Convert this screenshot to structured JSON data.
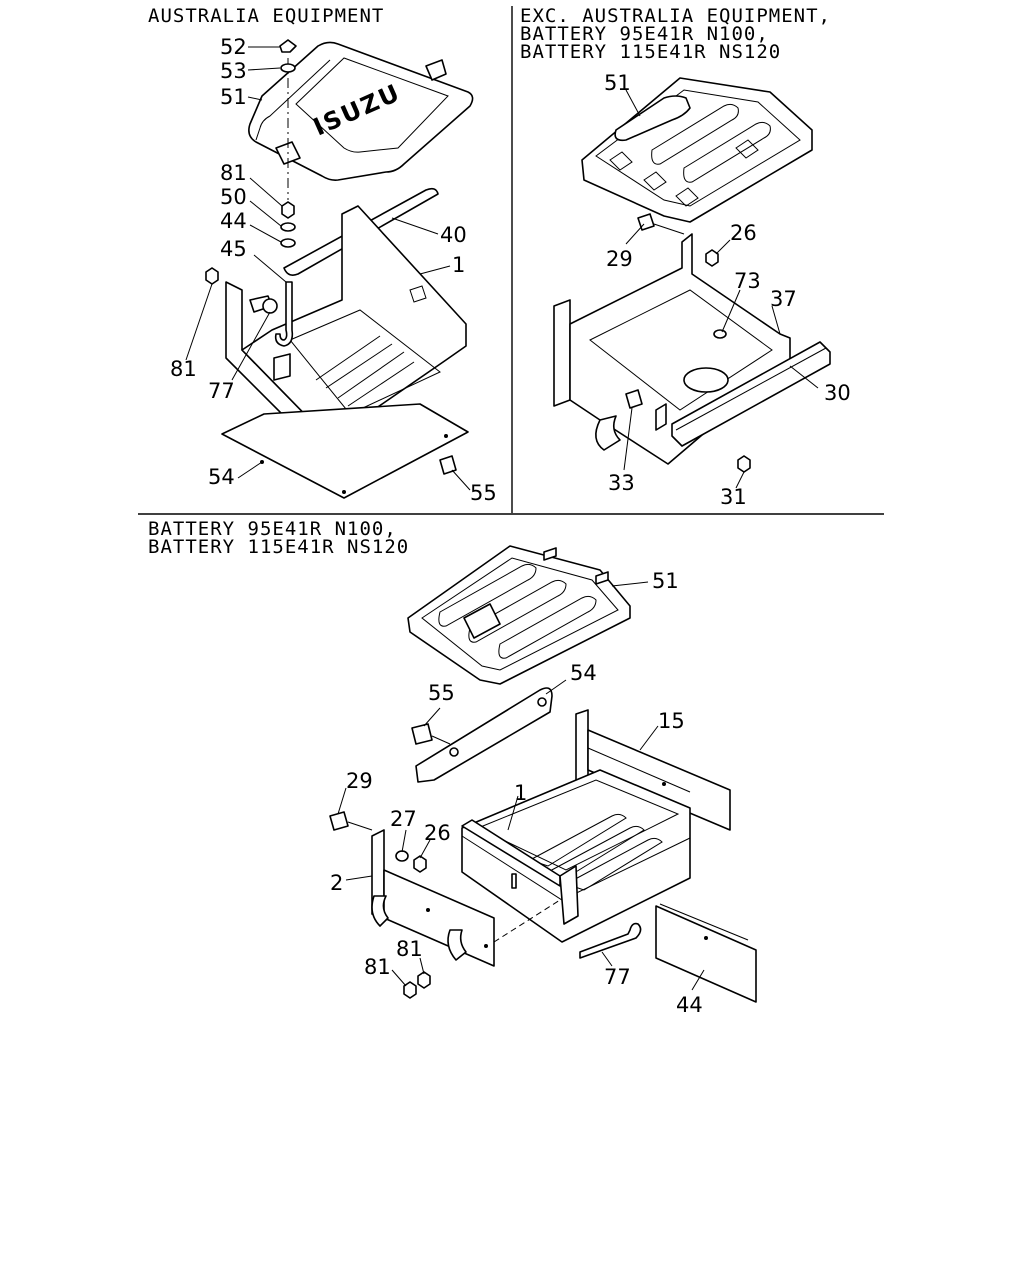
{
  "sections": {
    "australia": {
      "title": "AUSTRALIA EQUIPMENT"
    },
    "exc_australia": {
      "title_lines": [
        "EXC. AUSTRALIA EQUIPMENT,",
        "BATTERY 95E41R N100,",
        "BATTERY 115E41R NS120"
      ]
    },
    "battery_large": {
      "title_lines": [
        "BATTERY 95E41R N100,",
        "BATTERY 115E41R NS120"
      ]
    }
  },
  "lid_brand": "ISUZU",
  "callouts": {
    "australia": [
      "52",
      "53",
      "51",
      "81",
      "50",
      "44",
      "45",
      "40",
      "1",
      "81",
      "77",
      "54",
      "55"
    ],
    "exc_australia": [
      "51",
      "29",
      "26",
      "73",
      "37",
      "30",
      "33",
      "31"
    ],
    "battery_large": [
      "51",
      "55",
      "54",
      "15",
      "29",
      "27",
      "26",
      "1",
      "2",
      "81",
      "81",
      "77",
      "44"
    ]
  }
}
